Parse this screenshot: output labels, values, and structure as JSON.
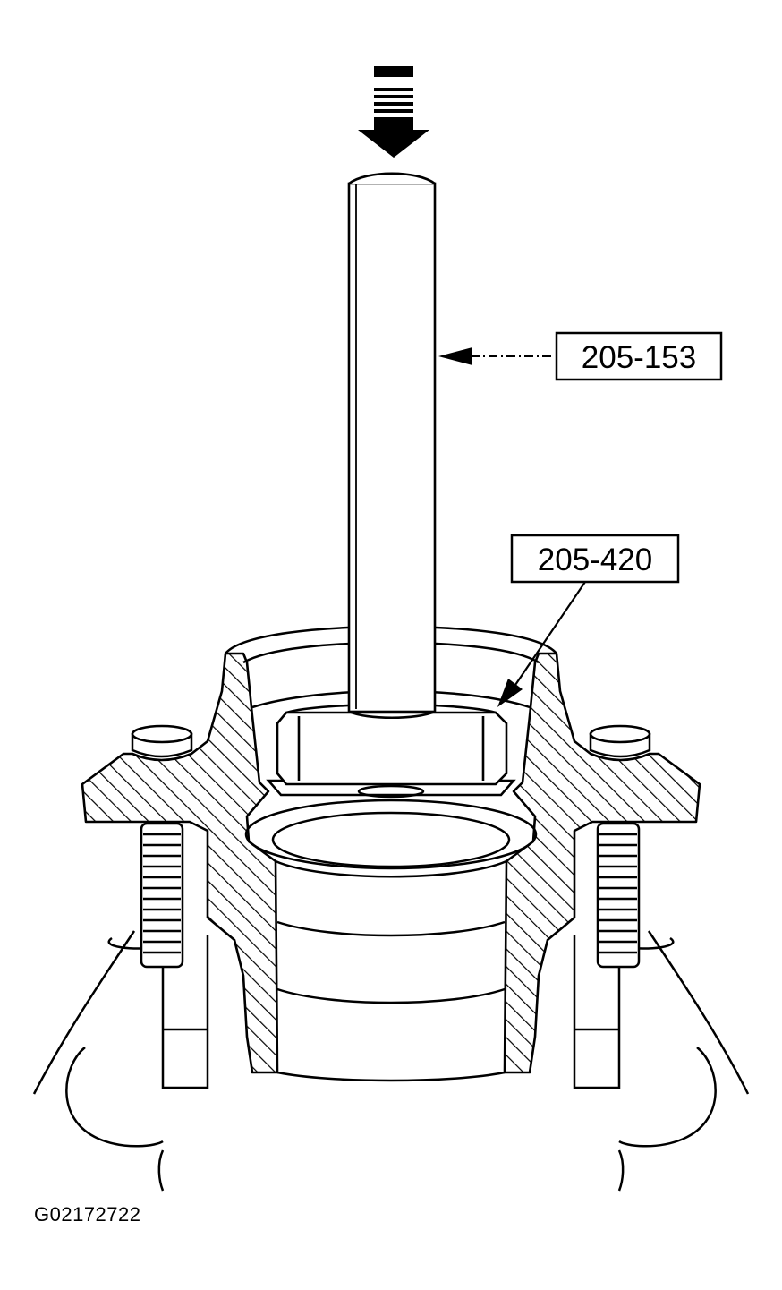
{
  "callouts": {
    "tool_rod": "205-153",
    "tool_adapter": "205-420"
  },
  "figure_id": "G02172722",
  "colors": {
    "ink": "#000000",
    "paper": "#ffffff"
  }
}
